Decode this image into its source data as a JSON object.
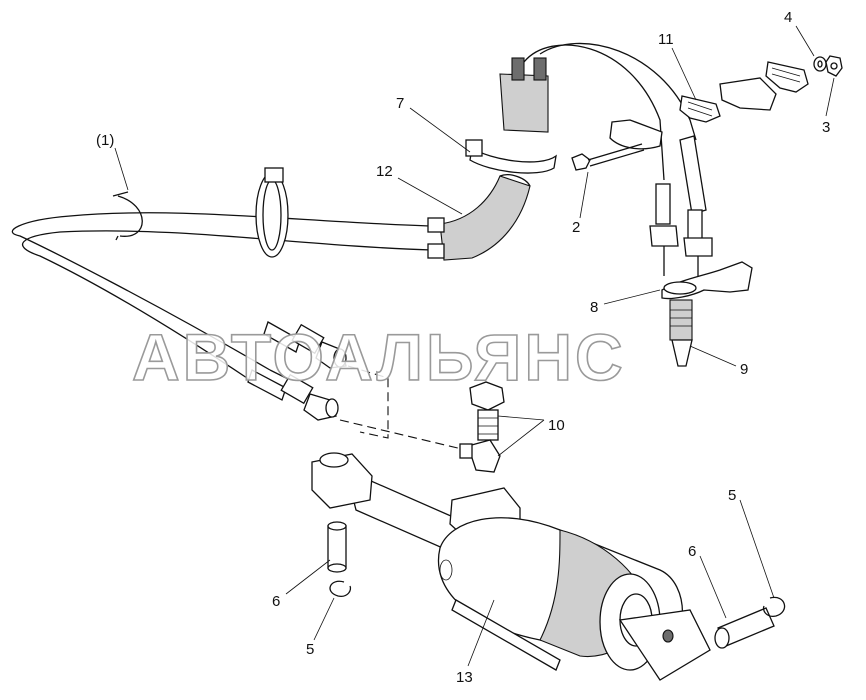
{
  "watermark": "АВТОАЛЬЯНС",
  "callouts": {
    "c1": "(1)",
    "c2": "2",
    "c3": "3",
    "c4": "4",
    "c5_left": "5",
    "c5_right": "5",
    "c6_left": "6",
    "c6_right": "6",
    "c7": "7",
    "c8": "8",
    "c9": "9",
    "c10": "10",
    "c11": "11",
    "c12": "12",
    "c13": "13"
  },
  "icons": {
    "clamp": "hose-clamp-icon",
    "hose": "hydraulic-hose-icon",
    "cylinder": "hydraulic-cylinder-icon"
  }
}
